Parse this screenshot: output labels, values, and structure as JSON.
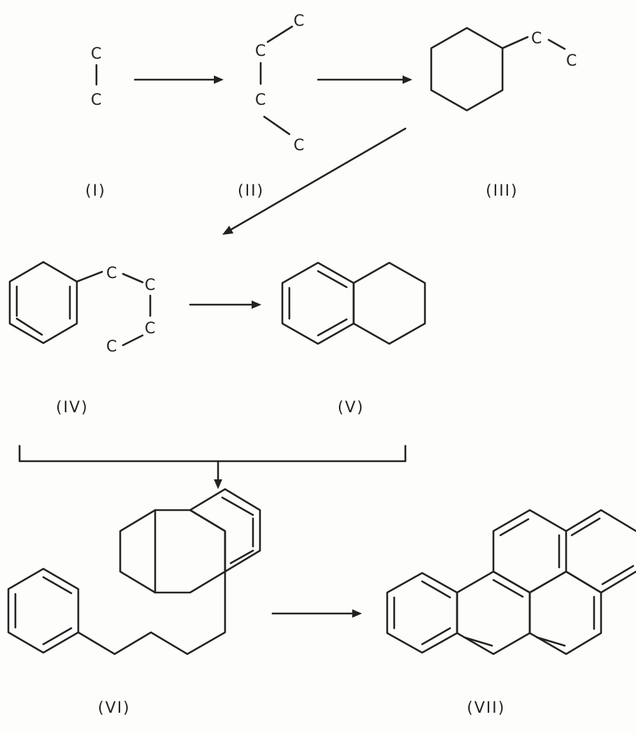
{
  "atom_symbol": "C",
  "compounds": [
    {
      "id": "I",
      "label": "(I)"
    },
    {
      "id": "II",
      "label": "(II)"
    },
    {
      "id": "III",
      "label": "(III)"
    },
    {
      "id": "IV",
      "label": "(IV)"
    },
    {
      "id": "V",
      "label": "(V)"
    },
    {
      "id": "VI",
      "label": "(VI)"
    },
    {
      "id": "VII",
      "label": "(VII)"
    }
  ]
}
